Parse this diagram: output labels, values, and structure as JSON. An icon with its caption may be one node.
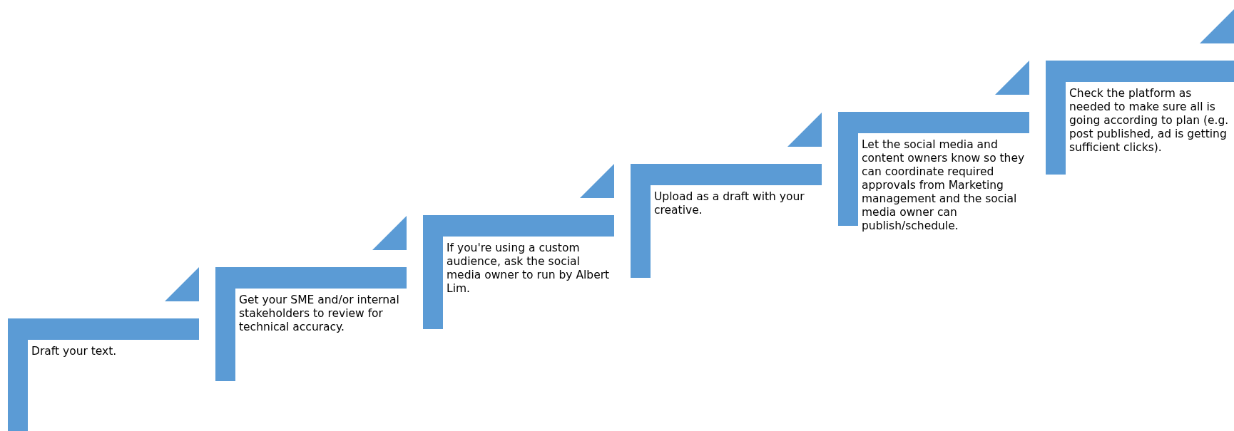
{
  "diagram": {
    "nodes": [
      {
        "text": [
          "Draft your text."
        ]
      },
      {
        "text": [
          "Get your SME and/or internal stakeholders to review for technical accuracy."
        ]
      },
      {
        "text": [
          "If you're using a custom audience, ask the social media owner to run by Albert Lim."
        ]
      },
      {
        "text": [
          "Upload as a draft with your creative."
        ]
      },
      {
        "text": [
          "Let the social media and content owners know so they can coordinate required approvals from Marketing management and the social media owner can publish/schedule."
        ]
      },
      {
        "text": [
          "Check the platform as needed to make sure all is going according to plan (e.g. post published, ad is getting sufficient clicks)."
        ]
      }
    ]
  }
}
